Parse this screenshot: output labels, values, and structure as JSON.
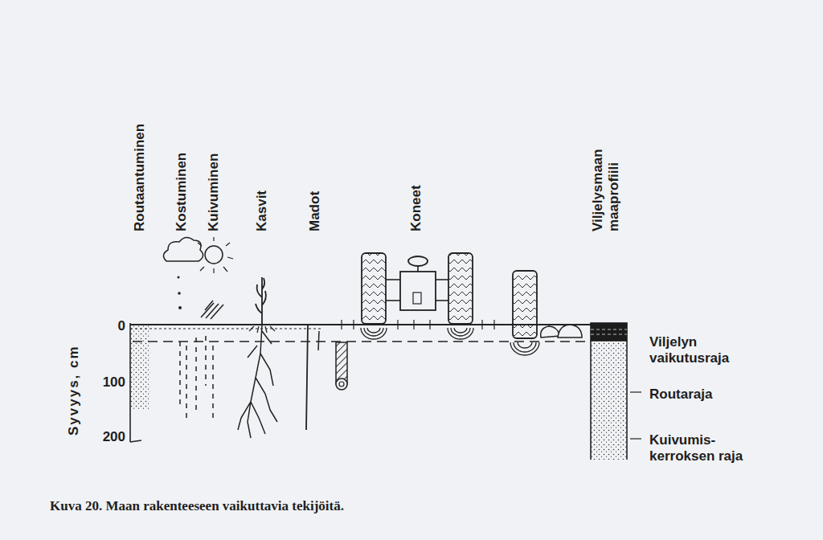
{
  "diagram": {
    "caption": "Kuva 20. Maan rakenteeseen vaikuttavia tekijöitä.",
    "labels": [
      "Routaantuminen",
      "Kostuminen",
      "Kuivuminen",
      "Kasvit",
      "Madot",
      "Koneet",
      "Viljelysmaan maaprofiili",
      "Syvyys, cm",
      "0",
      "100",
      "200",
      "Viljelyn vaikutusraja",
      "Routaraja",
      "Kuivumis- kerroksen raja"
    ]
  }
}
